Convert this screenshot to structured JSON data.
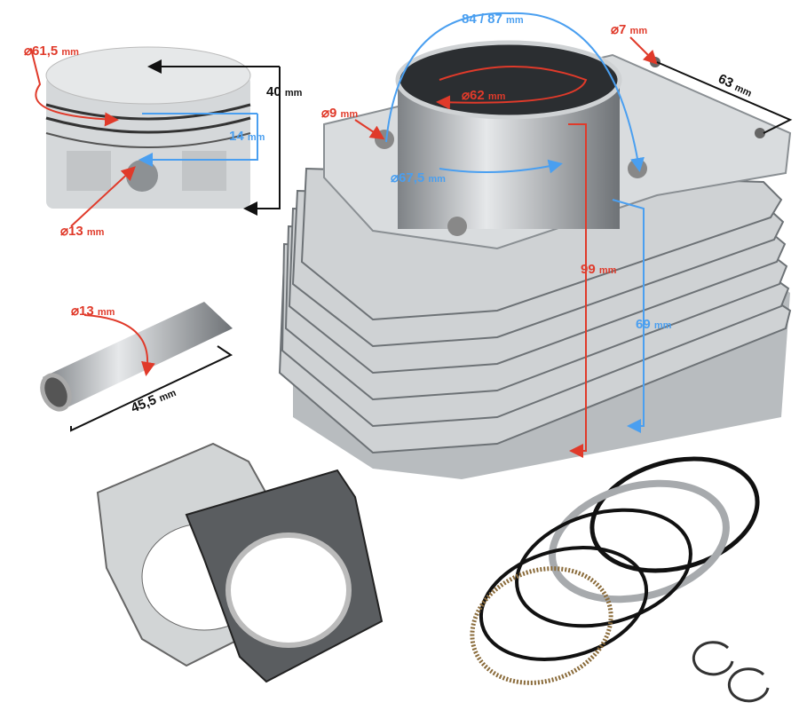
{
  "colors": {
    "red": "#e03a2a",
    "blue": "#4a9ff0",
    "black": "#111111",
    "aluminium": "#c9ccce"
  },
  "unit": "mm",
  "piston": {
    "diameter": "61,5",
    "height": "40",
    "ring_zone": "14",
    "pin_hole": "13"
  },
  "pin": {
    "diameter": "13",
    "length": "45,5"
  },
  "cylinder": {
    "bolt_spacing": "84 / 87",
    "small_hole": "7",
    "flange_width": "63",
    "stud_hole": "9",
    "bore": "62",
    "liner_outer": "67,5",
    "height_total": "99",
    "height_fins": "69"
  }
}
